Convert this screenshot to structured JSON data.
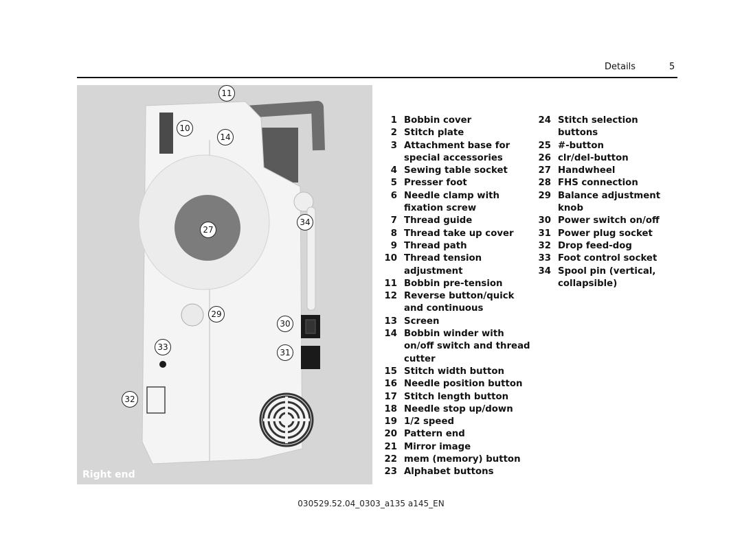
{
  "header": {
    "section": "Details",
    "page": "5"
  },
  "figure": {
    "caption": "Right end",
    "callouts": [
      "11",
      "10",
      "14",
      "27",
      "34",
      "29",
      "30",
      "33",
      "31",
      "32"
    ]
  },
  "legend": {
    "column1": [
      {
        "num": "1",
        "text": "Bobbin cover"
      },
      {
        "num": "2",
        "text": "Stitch plate"
      },
      {
        "num": "3",
        "text": "Attachment base for special accessories"
      },
      {
        "num": "4",
        "text": "Sewing table socket"
      },
      {
        "num": "5",
        "text": "Presser foot"
      },
      {
        "num": "6",
        "text": "Needle clamp with fixation screw"
      },
      {
        "num": "7",
        "text": "Thread guide"
      },
      {
        "num": "8",
        "text": "Thread take up cover"
      },
      {
        "num": "9",
        "text": "Thread path"
      },
      {
        "num": "10",
        "text": "Thread tension adjustment"
      },
      {
        "num": "11",
        "text": "Bobbin pre-tension"
      },
      {
        "num": "12",
        "text": "Reverse button/quick and continuous"
      },
      {
        "num": "13",
        "text": "Screen"
      },
      {
        "num": "14",
        "text": "Bobbin winder with on/off switch and thread cutter"
      },
      {
        "num": "15",
        "text": "Stitch width button"
      },
      {
        "num": "16",
        "text": "Needle position button"
      },
      {
        "num": "17",
        "text": "Stitch length button"
      },
      {
        "num": "18",
        "text": "Needle stop up/down"
      },
      {
        "num": "19",
        "text": "1/2 speed"
      },
      {
        "num": "20",
        "text": "Pattern end"
      },
      {
        "num": "21",
        "text": "Mirror image"
      },
      {
        "num": "22",
        "text": "mem (memory) button"
      },
      {
        "num": "23",
        "text": "Alphabet buttons"
      }
    ],
    "column2": [
      {
        "num": "24",
        "text": "Stitch selection buttons"
      },
      {
        "num": "25",
        "text": "#-button"
      },
      {
        "num": "26",
        "text": "clr/del-button"
      },
      {
        "num": "27",
        "text": "Handwheel"
      },
      {
        "num": "28",
        "text": "FHS connection"
      },
      {
        "num": "29",
        "text": "Balance adjustment knob"
      },
      {
        "num": "30",
        "text": "Power switch on/off"
      },
      {
        "num": "31",
        "text": "Power plug socket"
      },
      {
        "num": "32",
        "text": "Drop feed-dog"
      },
      {
        "num": "33",
        "text": "Foot control socket"
      },
      {
        "num": "34",
        "text": "Spool pin (vertical, collapsible)"
      }
    ]
  },
  "footer": {
    "code": "030529.52.04_0303_a135 a145_EN"
  },
  "colors": {
    "background": "#d6d6d6",
    "machine_body": "#f4f4f4",
    "handwheel": "#7c7c7c",
    "handle": "#6e6e6e"
  }
}
